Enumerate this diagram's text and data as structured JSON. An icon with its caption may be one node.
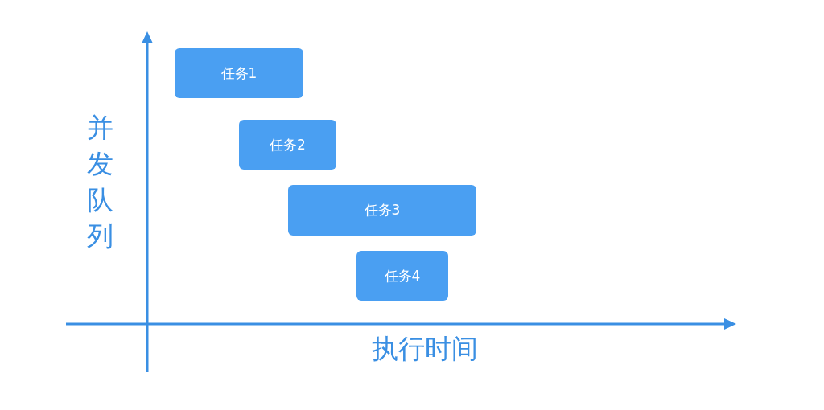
{
  "diagram": {
    "nodes": [
      {
        "text": [
          "任务1"
        ]
      },
      {
        "text": [
          "任务2"
        ]
      },
      {
        "text": [
          "任务3"
        ]
      },
      {
        "text": [
          "任务4"
        ]
      }
    ],
    "labels": [
      "并发队列",
      "执行时间"
    ]
  }
}
